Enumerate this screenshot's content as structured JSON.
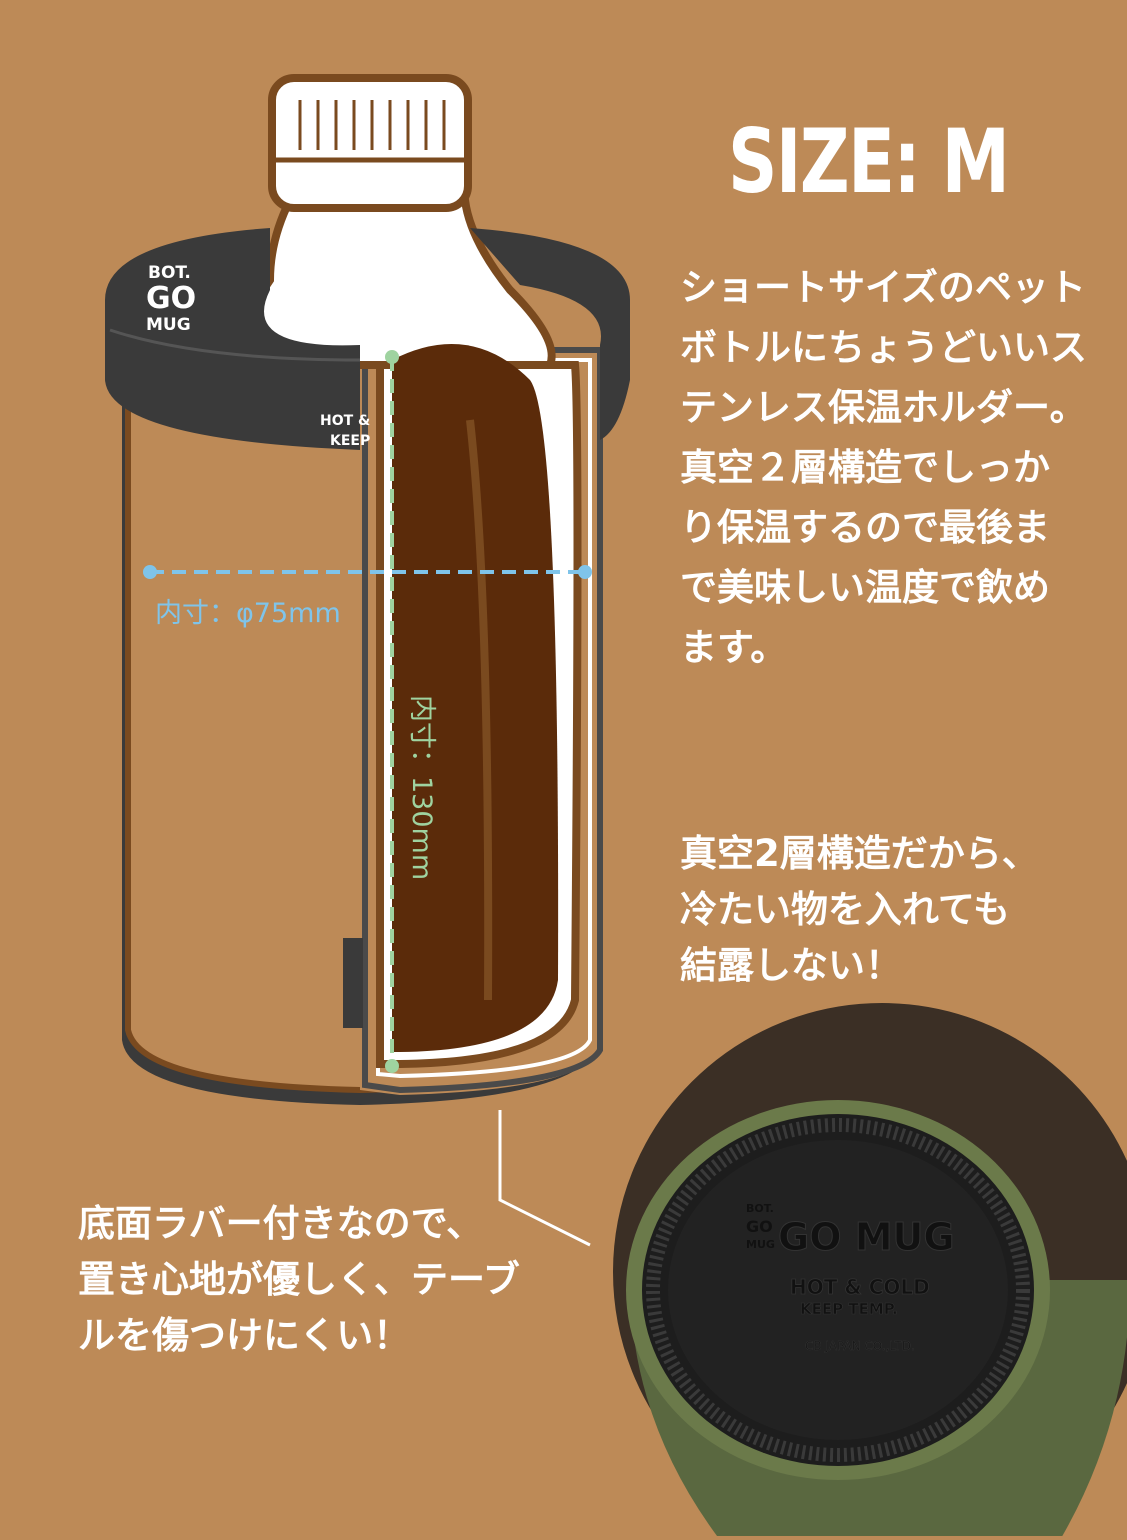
{
  "title": "SIZE: M",
  "description_lines": [
    "ショートサイズのペット",
    "ボトルにちょうどいいス",
    "テンレス保温ホルダー。",
    "真空２層構造でしっか",
    "り保温するので最後ま",
    "で美味しい温度で飲め",
    "ます。"
  ],
  "condensation_lines": [
    "真空2層構造だから、",
    "冷たい物を入れても",
    "結露しない！"
  ],
  "rubber_lines": [
    "底面ラバー付きなので、",
    "置き心地が優しく、テーブ",
    "ルを傷つけにくい！"
  ],
  "dimensions": {
    "diameter_label": "内寸：φ75mm",
    "height_label": "内寸：130mm"
  },
  "brand": {
    "logo_lines": [
      "BOT.",
      "GO",
      "MUG"
    ],
    "hot_label_lines": [
      "HOT &",
      "KEEP"
    ],
    "bottom_logo": "GO MUG",
    "bottom_logo_small": [
      "BOT.",
      "GO",
      "MUG"
    ],
    "bottom_hot": "HOT & COLD",
    "bottom_keep": "KEEP TEMP.",
    "bottom_maker": "CB JAPAN CO.,LTD."
  },
  "colors": {
    "background": "#bd8a57",
    "lid": "#3a3a3a",
    "drink": "#5b2b0a",
    "dimension_blue": "#7fc4ea",
    "dimension_green": "#9fd3a0",
    "rubber_green": "#6b7a4a"
  }
}
